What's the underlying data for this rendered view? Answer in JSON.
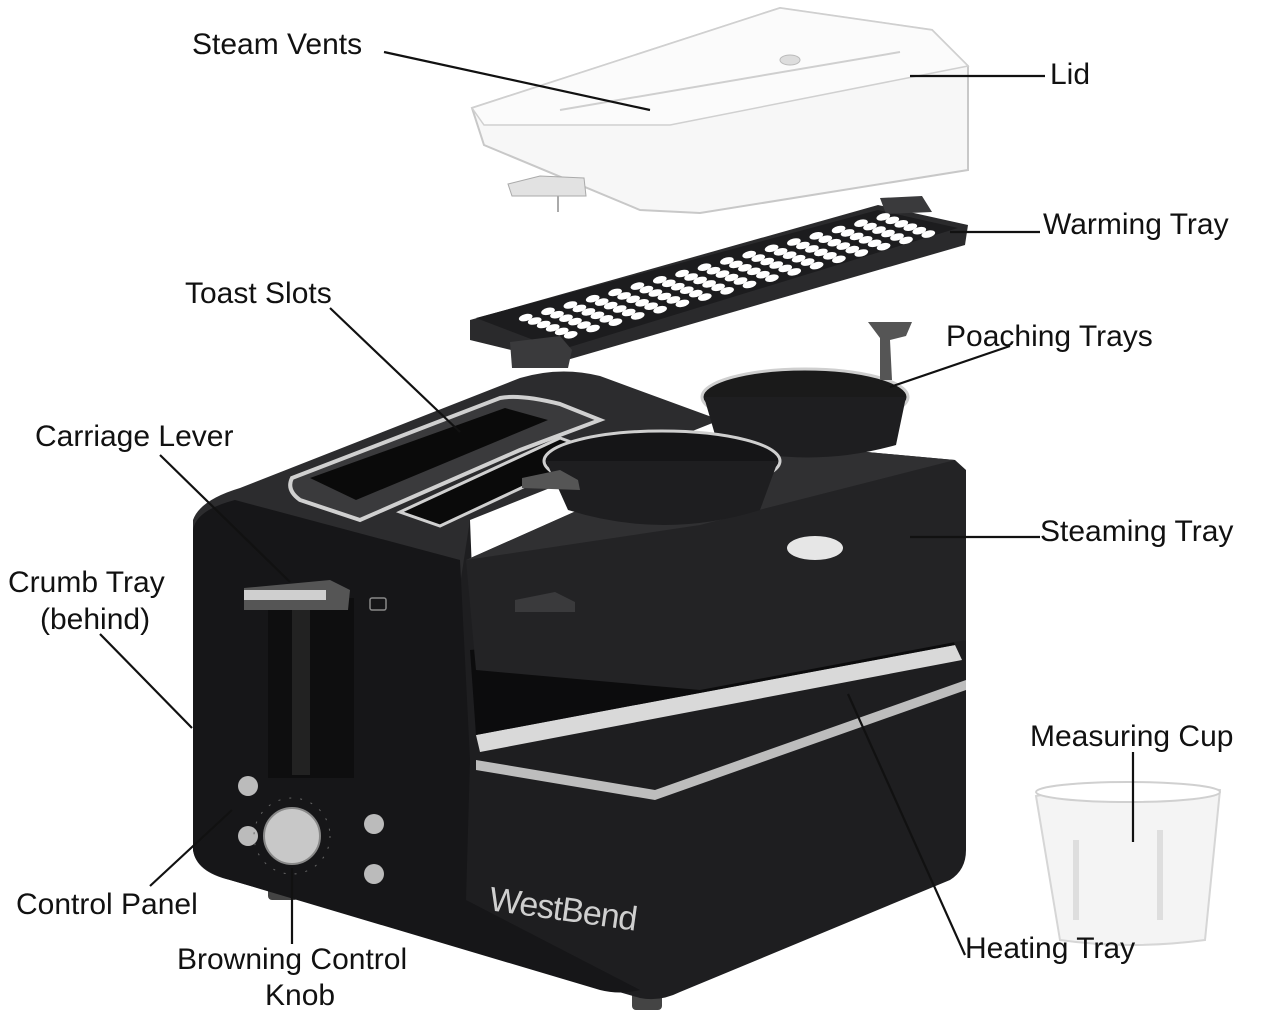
{
  "labels": {
    "steam_vents": "Steam Vents",
    "lid": "Lid",
    "warming_tray": "Warming Tray",
    "toast_slots": "Toast Slots",
    "poaching_trays": "Poaching Trays",
    "carriage_lever": "Carriage Lever",
    "steaming_tray": "Steaming Tray",
    "crumb_tray_line1": "Crumb Tray",
    "crumb_tray_line2": "(behind)",
    "measuring_cup": "Measuring Cup",
    "control_panel": "Control Panel",
    "browning_knob_line1": "Browning Control",
    "browning_knob_line2": "Knob",
    "heating_tray": "Heating Tray"
  },
  "brand": "WestBend",
  "colors": {
    "body": "#1c1c1e",
    "body_top": "#2a2a2c",
    "chrome": "#d9d9d9",
    "lid": "#f2f2f2",
    "line": "#111111"
  }
}
